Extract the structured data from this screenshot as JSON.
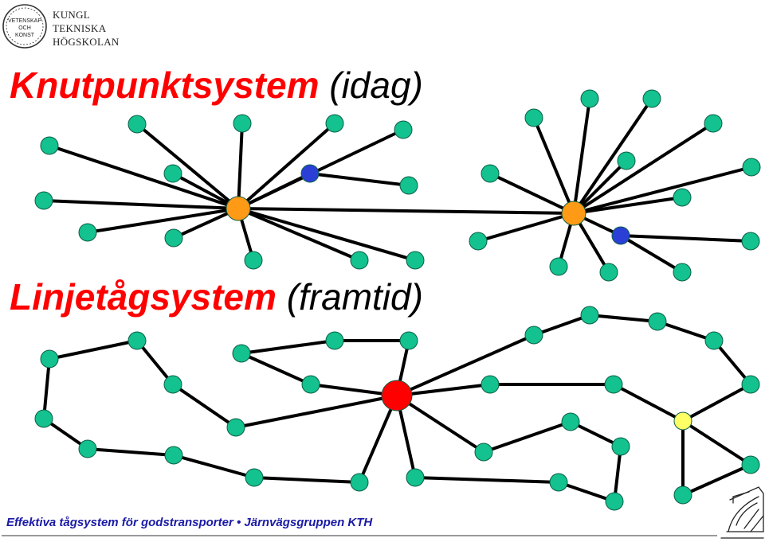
{
  "logo": {
    "seal_text": [
      "VETENSKAP",
      "OCH",
      "KONST"
    ],
    "name_lines": [
      "KUNGL",
      "TEKNISKA",
      "HÖGSKOLAN"
    ]
  },
  "titles": {
    "top_strong": "Knutpunktsystem",
    "top_normal": "(idag)",
    "bottom_strong": "Linjetågsystem",
    "bottom_normal": "(framtid)"
  },
  "footer": "Effektiva tågsystem för godstransporter • Järnvägsgruppen  KTH",
  "colors": {
    "node": "#13c28e",
    "hub": "#ff9a16",
    "blue_node": "#2b3fd6",
    "red_hub": "#ff0000",
    "yellow_node": "#ffff66",
    "edge": "#000000",
    "title_accent": "#ff0000",
    "footer": "#1a1aa6"
  },
  "icons": {
    "logo": "kth-seal-icon",
    "train": "high-speed-train-icon"
  }
}
